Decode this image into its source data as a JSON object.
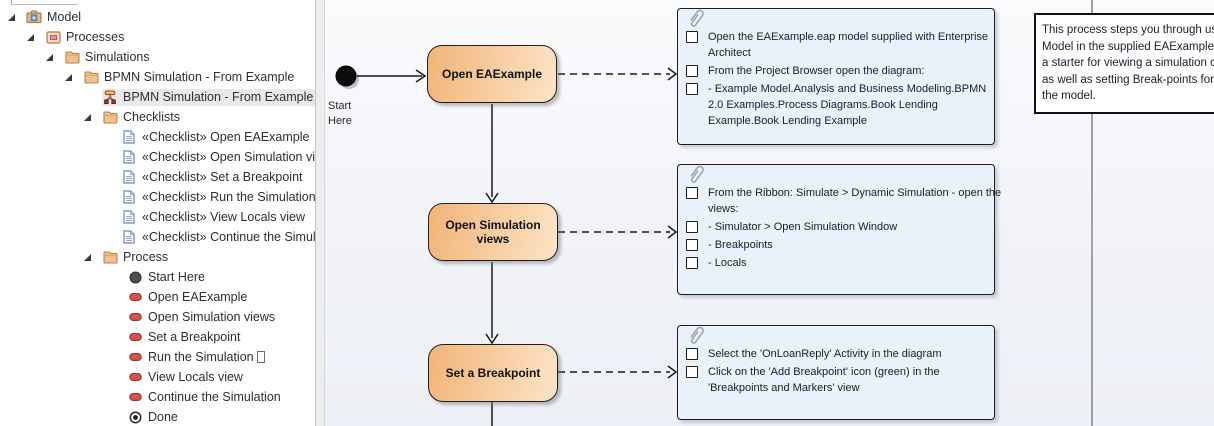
{
  "tree": {
    "items": [
      {
        "label": "Model",
        "depth": 0,
        "icon": "model",
        "expanded": true
      },
      {
        "label": "Processes",
        "depth": 1,
        "icon": "package",
        "expanded": true
      },
      {
        "label": "Simulations",
        "depth": 2,
        "icon": "folder",
        "expanded": true
      },
      {
        "label": "BPMN Simulation - From Example",
        "depth": 3,
        "icon": "folder",
        "expanded": true
      },
      {
        "label": "BPMN Simulation - From Example",
        "depth": 4,
        "icon": "bpmn-diagram",
        "selected": true
      },
      {
        "label": "Checklists",
        "depth": 4,
        "icon": "folder",
        "expanded": true
      },
      {
        "label": "«Checklist» Open EAExample",
        "depth": 5,
        "icon": "checklist-doc"
      },
      {
        "label": "«Checklist» Open Simulation vie",
        "depth": 5,
        "icon": "checklist-doc"
      },
      {
        "label": "«Checklist» Set a Breakpoint",
        "depth": 5,
        "icon": "checklist-doc"
      },
      {
        "label": "«Checklist» Run the Simulation",
        "depth": 5,
        "icon": "checklist-doc"
      },
      {
        "label": "«Checklist» View Locals view",
        "depth": 5,
        "icon": "checklist-doc"
      },
      {
        "label": "«Checklist» Continue the Simula",
        "depth": 5,
        "icon": "checklist-doc"
      },
      {
        "label": "Process",
        "depth": 4,
        "icon": "folder",
        "expanded": true
      },
      {
        "label": "Start Here",
        "depth": 5,
        "icon": "start-node"
      },
      {
        "label": "Open EAExample",
        "depth": 5,
        "icon": "action"
      },
      {
        "label": "Open Simulation views",
        "depth": 5,
        "icon": "action"
      },
      {
        "label": "Set a Breakpoint",
        "depth": 5,
        "icon": "action"
      },
      {
        "label": "Run the Simulation",
        "depth": 5,
        "icon": "action",
        "trailing_box": true
      },
      {
        "label": "View Locals view",
        "depth": 5,
        "icon": "action"
      },
      {
        "label": "Continue the Simulation",
        "depth": 5,
        "icon": "action"
      },
      {
        "label": "Done",
        "depth": 5,
        "icon": "final-node"
      }
    ]
  },
  "diagram": {
    "start_label": "Start Here",
    "activities": [
      {
        "label": "Open EAExample"
      },
      {
        "label": "Open Simulation views"
      },
      {
        "label": "Set a Breakpoint"
      }
    ],
    "checklist_notes": [
      {
        "items": [
          {
            "lines": [
              "Open the EAExample.eap model supplied with Enterprise",
              "Architect"
            ]
          },
          {
            "lines": [
              "From the Project Browser open the diagram:"
            ]
          },
          {
            "lines": [
              "- Example Model.Analysis and Business Modeling.BPMN",
              "2.0 Examples.Process Diagrams.Book Lending",
              "Example.Book Lending Example"
            ]
          }
        ]
      },
      {
        "items": [
          {
            "lines": [
              "From the Ribbon: Simulate > Dynamic Simulation - open the",
              "views:"
            ]
          },
          {
            "lines": [
              "- Simulator > Open Simulation Window"
            ]
          },
          {
            "lines": [
              "- Breakpoints"
            ]
          },
          {
            "lines": [
              "- Locals"
            ]
          }
        ]
      },
      {
        "items": [
          {
            "lines": [
              "Select the 'OnLoanReply' Activity in the diagram"
            ]
          },
          {
            "lines": [
              "Click on the 'Add Breakpoint' icon (green) in the",
              "'Breakpoints and Markers' view"
            ]
          }
        ]
      }
    ],
    "side_note": {
      "lines": [
        "This process steps you through using a BP",
        "Model in the supplied EAExample reposito",
        "a starter for viewing a simulation of the mo",
        "as well as setting Break-points for debugg",
        "the model."
      ]
    }
  },
  "colors": {
    "activity_gradient_start": "#f2b478",
    "activity_gradient_end": "#fce4c6",
    "note_background": "#e9f1fa",
    "action_icon_red": "#d9534e",
    "folder_tan": "#efc38f",
    "connector_black": "#1a1a1a",
    "boundary_gray": "#9d9fa2"
  }
}
